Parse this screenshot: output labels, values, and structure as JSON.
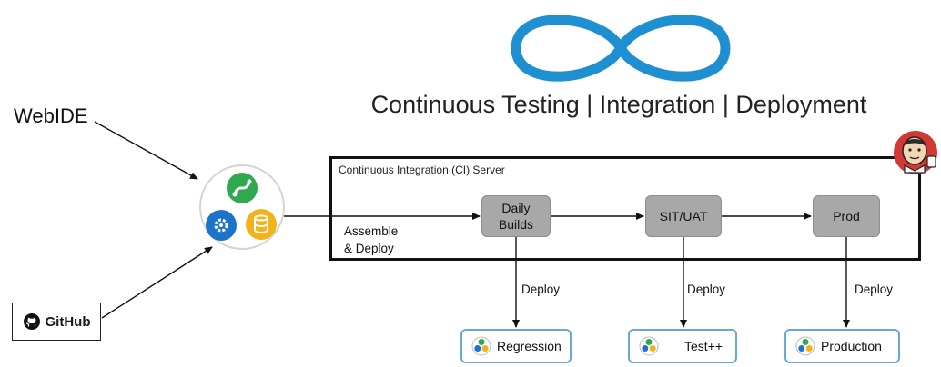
{
  "title": "Continuous Testing | Integration | Deployment",
  "sources": {
    "webide": "WebIDE",
    "github": "GitHub"
  },
  "ci_server": {
    "label": "Continuous Integration (CI) Server",
    "stages": [
      "Daily\nBuilds",
      "SIT/UAT",
      "Prod"
    ]
  },
  "assemble": {
    "line1": "Assemble",
    "line2": "& Deploy"
  },
  "deploy_label": "Deploy",
  "environments": [
    "Regression",
    "Test++",
    "Production"
  ],
  "colors": {
    "infinity": "#1e8fd0",
    "ci_border": "#111111",
    "stage_fill": "#a8a8a8",
    "env_border": "#6aa8d6",
    "hub_green": "#2fa84f",
    "hub_blue": "#1d72c9",
    "hub_yellow": "#f2b21b"
  },
  "icons": [
    "infinity-icon",
    "hub-icon",
    "github-octocat-icon",
    "jenkins-butler-icon",
    "environment-icon"
  ]
}
